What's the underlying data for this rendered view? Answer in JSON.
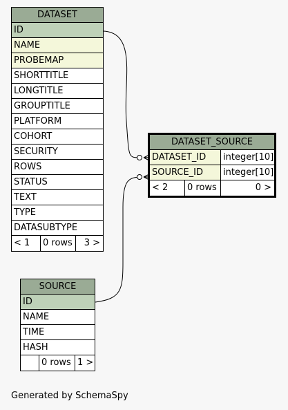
{
  "dataset": {
    "title": "DATASET",
    "columns": [
      "ID",
      "NAME",
      "PROBEMAP",
      "SHORTTITLE",
      "LONGTITLE",
      "GROUPTITLE",
      "PLATFORM",
      "COHORT",
      "SECURITY",
      "ROWS",
      "STATUS",
      "TEXT",
      "TYPE",
      "DATASUBTYPE"
    ],
    "footer": {
      "parents": "< 1",
      "rows": "0 rows",
      "children": "3 >"
    }
  },
  "dataset_source": {
    "title": "DATASET_SOURCE",
    "columns": [
      {
        "name": "DATASET_ID",
        "type": "integer[10]"
      },
      {
        "name": "SOURCE_ID",
        "type": "integer[10]"
      }
    ],
    "footer": {
      "parents": "< 2",
      "rows": "0 rows",
      "children": "0 >"
    }
  },
  "source": {
    "title": "SOURCE",
    "columns": [
      "ID",
      "NAME",
      "TIME",
      "HASH"
    ],
    "footer": {
      "parents": "",
      "rows": "0 rows",
      "children": "1 >"
    }
  },
  "generated_by": "Generated by SchemaSpy"
}
